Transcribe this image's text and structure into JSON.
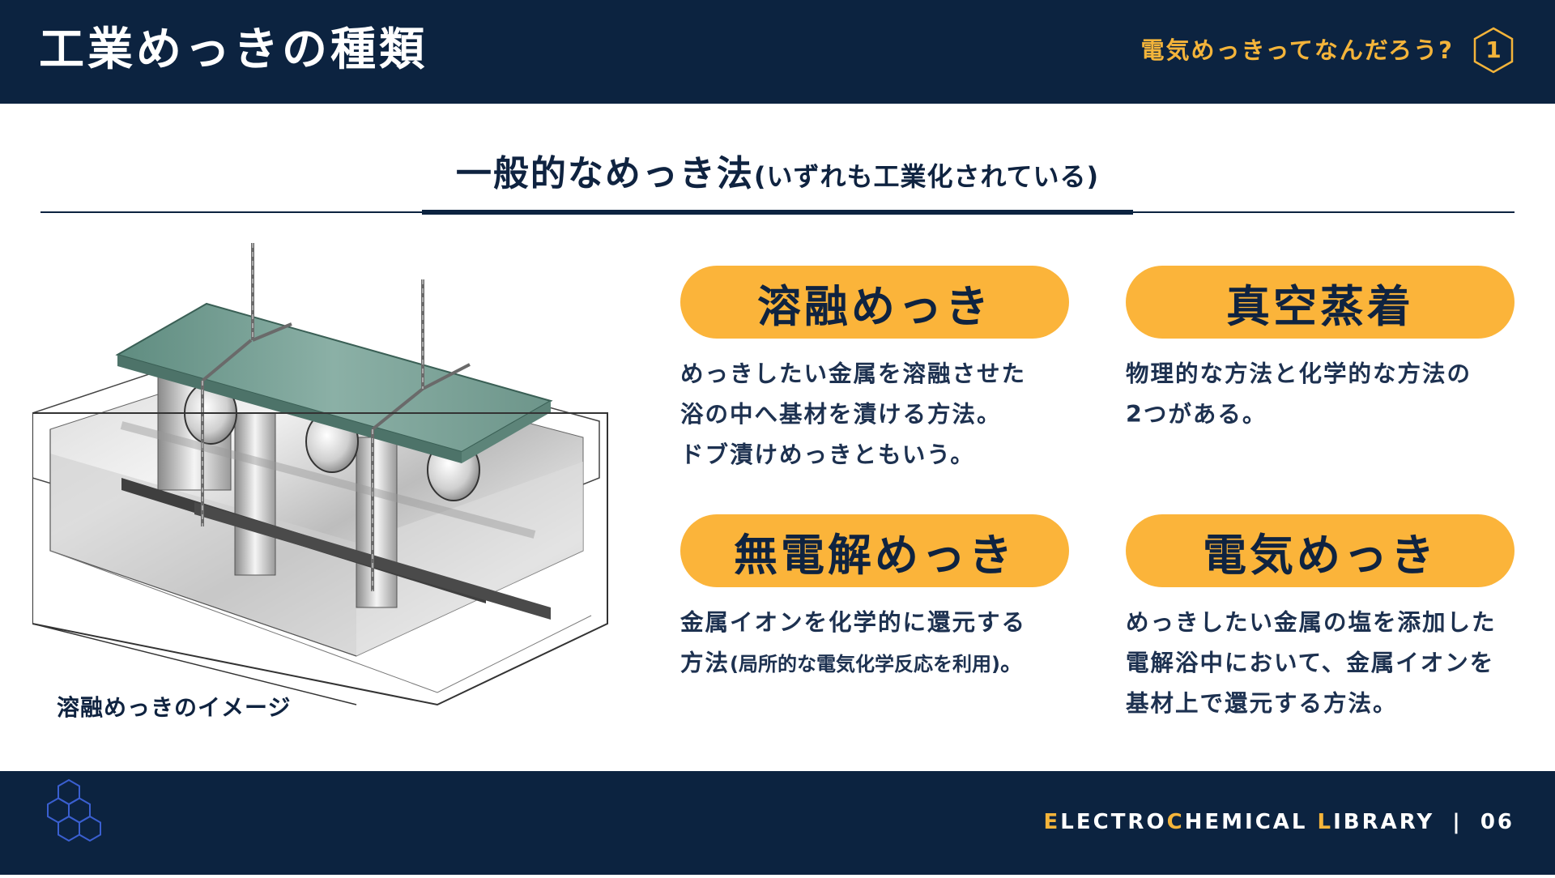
{
  "header": {
    "title": "工業めっきの種類",
    "series_label": "電気めっきってなんだろう?",
    "chapter_number": "1"
  },
  "section": {
    "heading": "一般的なめっき法",
    "heading_note": "(いずれも工業化されている)"
  },
  "illustration": {
    "caption": "溶融めっきのイメージ",
    "icon": "hot-dip-tank-illustration"
  },
  "methods": [
    {
      "name": "溶融めっき",
      "description_lines": [
        "めっきしたい金属を溶融させた",
        "浴の中へ基材を漬ける方法。",
        "ドブ漬けめっきともいう。"
      ]
    },
    {
      "name": "真空蒸着",
      "description_lines": [
        "物理的な方法と化学的な方法の",
        "2つがある。"
      ]
    },
    {
      "name": "無電解めっき",
      "description_lines": [
        "金属イオンを化学的に還元する"
      ],
      "description_line2_prefix": "方法",
      "description_line2_note": "(局所的な電気化学反応を利用)",
      "description_line2_suffix": "。"
    },
    {
      "name": "電気めっき",
      "description_lines": [
        "めっきしたい金属の塩を添加した",
        "電解浴中において、金属イオンを",
        "基材上で還元する方法。"
      ]
    }
  ],
  "footer": {
    "brand_parts": [
      "E",
      "LECTRO",
      "C",
      "HEMICAL ",
      "L",
      "IBRARY"
    ],
    "separator": "|",
    "page_number": "06",
    "logo_icon": "hexagon-cluster-icon"
  },
  "colors": {
    "navy": "#0c2340",
    "accent": "#f4b43a",
    "pill": "#fbb43a"
  }
}
